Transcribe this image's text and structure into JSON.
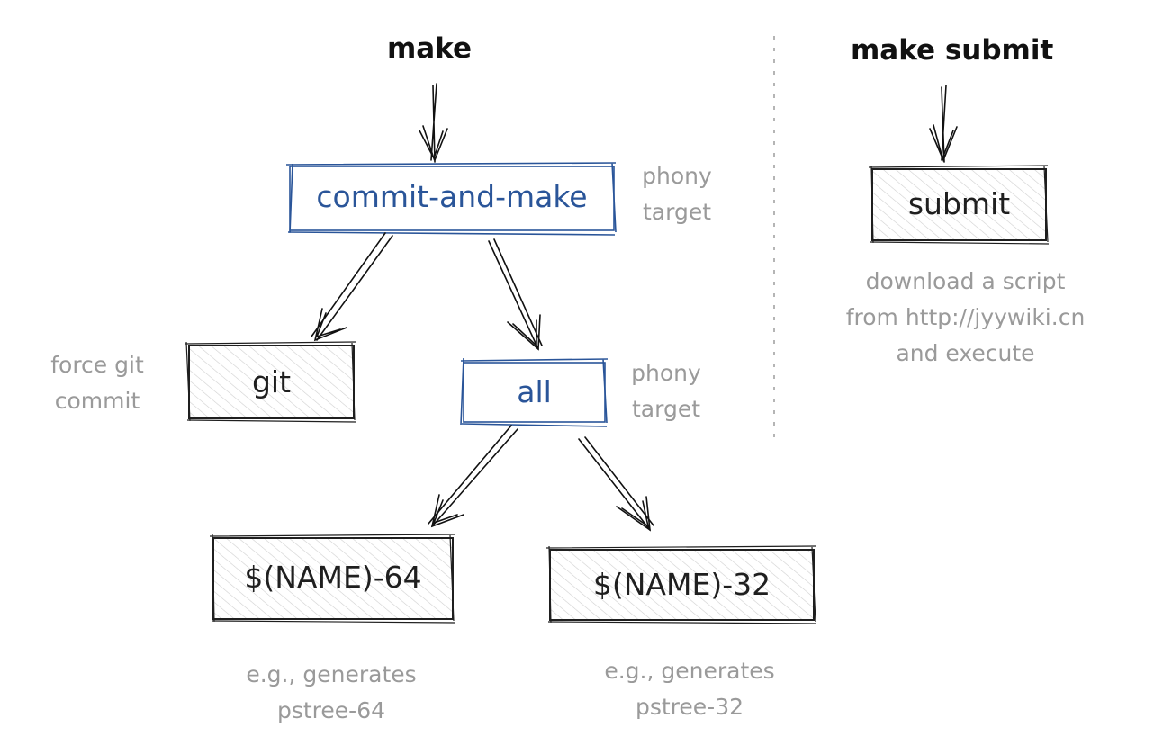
{
  "commands": {
    "make": "make",
    "make_submit": "make submit"
  },
  "nodes": {
    "commit_and_make": "commit-and-make",
    "git": "git",
    "all": "all",
    "name64": "$(NAME)-64",
    "name32": "$(NAME)-32",
    "submit": "submit"
  },
  "notes": {
    "phony1": [
      "phony",
      "target"
    ],
    "phony2": [
      "phony",
      "target"
    ],
    "force_git": [
      "force git",
      "commit"
    ],
    "submit_desc": [
      "download a script",
      "from http://jyywiki.cn",
      "and execute"
    ],
    "gen64": [
      "e.g., generates",
      "pstree-64"
    ],
    "gen32": [
      "e.g., generates",
      "pstree-32"
    ]
  },
  "colors": {
    "phony_node": "#2a5599",
    "target_node": "#1f1f1f",
    "hatch": "#cfcfcf",
    "note_text": "#9a9a9a",
    "divider": "#b5b5b5"
  }
}
